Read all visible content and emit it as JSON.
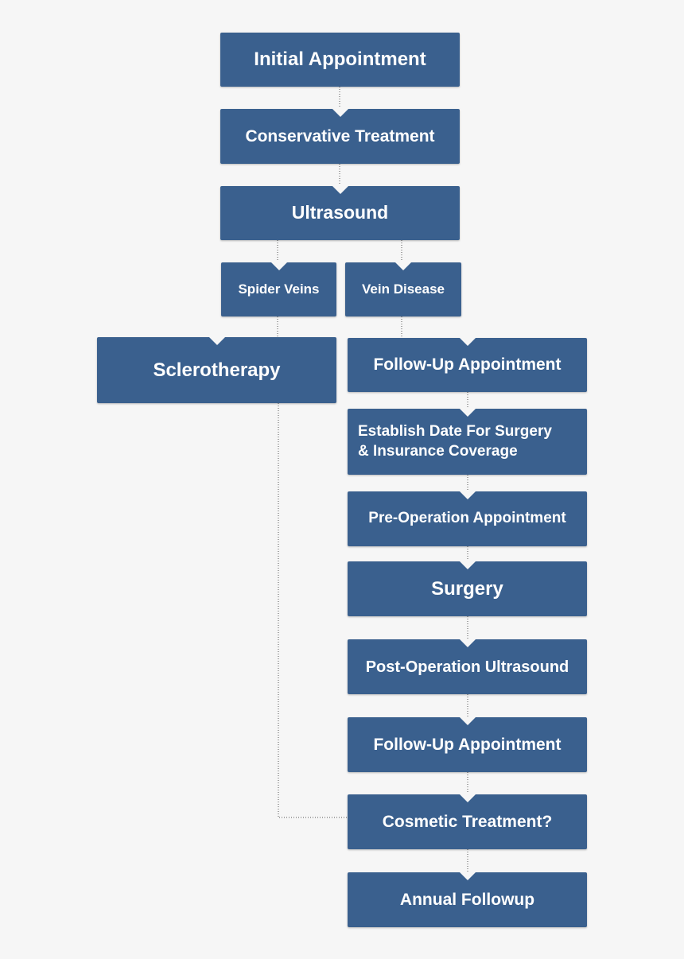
{
  "flow": {
    "initial": "Initial Appointment",
    "conservative": "Conservative Treatment",
    "ultrasound": "Ultrasound",
    "spider_veins": "Spider Veins",
    "vein_disease": "Vein Disease",
    "sclerotherapy": "Sclerotherapy",
    "followup_1": "Follow-Up Appointment",
    "establish_line1": "Establish Date For Surgery",
    "establish_line2": "& Insurance Coverage",
    "pre_op": "Pre-Operation Appointment",
    "surgery": "Surgery",
    "post_op": "Post-Operation Ultrasound",
    "followup_2": "Follow-Up Appointment",
    "cosmetic": "Cosmetic Treatment?",
    "annual": "Annual Followup"
  },
  "colors": {
    "box_fill": "#3a608e",
    "text": "#ffffff",
    "connector": "#555555",
    "background": "#f6f6f6"
  }
}
